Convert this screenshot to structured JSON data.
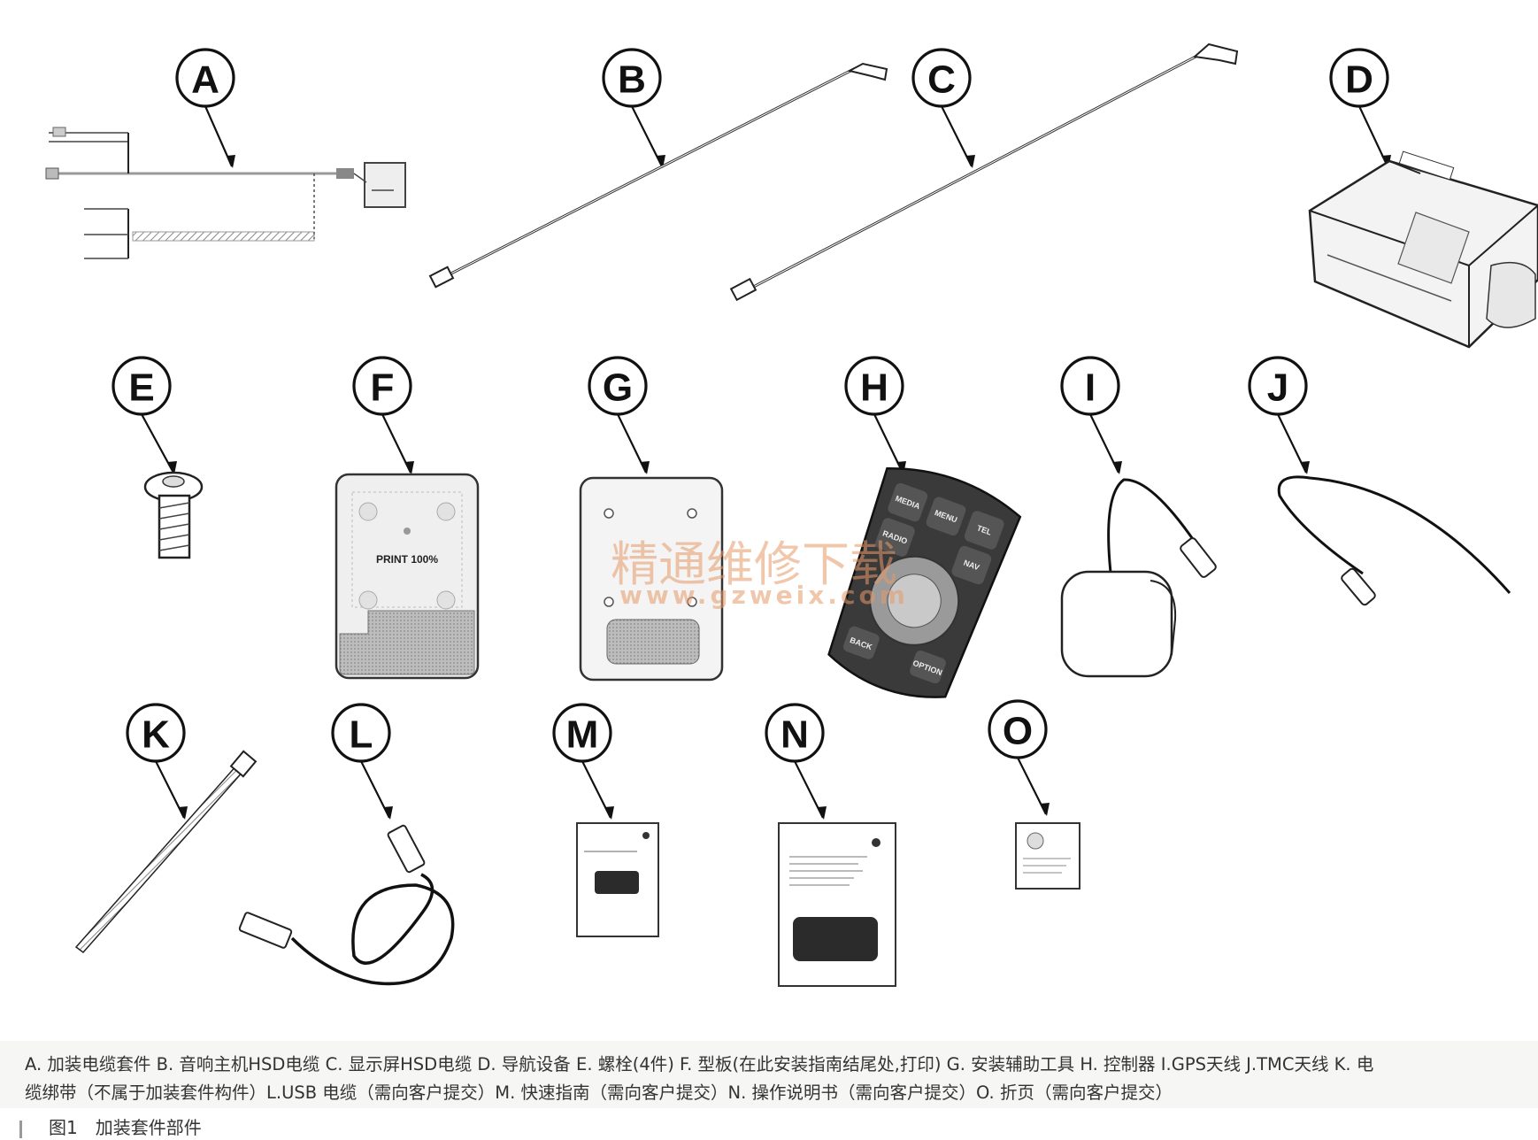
{
  "labels": [
    "A",
    "B",
    "C",
    "D",
    "E",
    "F",
    "G",
    "H",
    "I",
    "J",
    "K",
    "L",
    "M",
    "N",
    "O"
  ],
  "template_f_text": "PRINT 100%",
  "controller_buttons": [
    "MEDIA",
    "MENU",
    "TEL",
    "RADIO",
    "NAV",
    "BACK",
    "OPTION"
  ],
  "watermark": {
    "cn": "精通维修下载",
    "url": "www.gzweix.com"
  },
  "caption": {
    "line1": "A. 加装电缆套件 B. 音响主机HSD电缆 C. 显示屏HSD电缆 D. 导航设备 E. 螺栓(4件) F. 型板(在此安装指南结尾处,打印) G. 安装辅助工具 H. 控制器 I.GPS天线 J.TMC天线 K. 电",
    "line2": "缆绑带（不属于加装套件构件）L.USB 电缆（需向客户提交）M. 快速指南（需向客户提交）N. 操作说明书（需向客户提交）O. 折页（需向客户提交）"
  },
  "figure_title": "图1　加装套件部件",
  "colors": {
    "watermark": "#e79a6a",
    "line": "#111111",
    "caption_bg": "#f6f6f4"
  }
}
